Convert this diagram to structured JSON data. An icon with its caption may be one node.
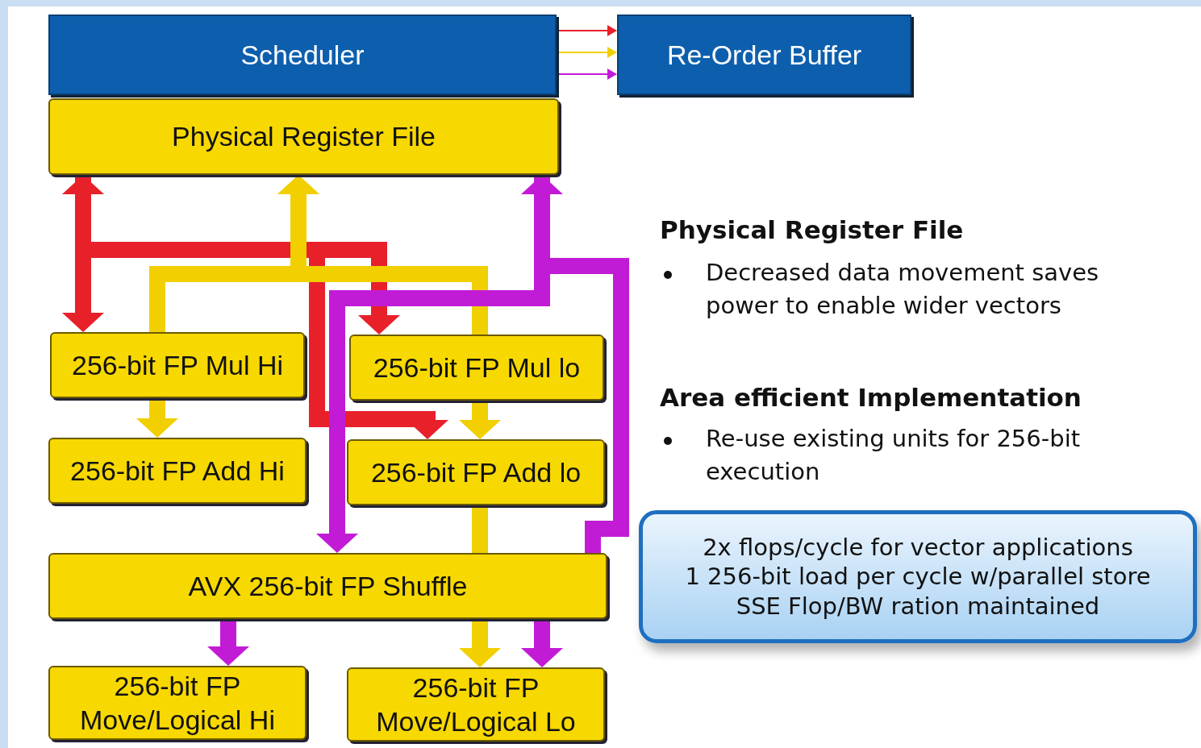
{
  "diagram": {
    "nodes": [
      {
        "text": [
          "Scheduler"
        ]
      },
      {
        "text": [
          "Re-Order Buffer"
        ]
      },
      {
        "text": [
          "Physical Register File"
        ]
      },
      {
        "text": [
          "256-bit FP Mul Hi"
        ]
      },
      {
        "text": [
          "256-bit FP Mul lo"
        ]
      },
      {
        "text": [
          "256-bit FP Add Hi"
        ]
      },
      {
        "text": [
          "256-bit FP Add lo"
        ]
      },
      {
        "text": [
          "AVX 256-bit FP Shuffle"
        ]
      },
      {
        "text": [
          "256-bit FP Move/Logical Hi"
        ]
      },
      {
        "text": [
          "256-bit FP Move/Logical Lo"
        ]
      },
      {
        "text": [
          "2x flops/cycle for vector applications",
          "1 256-bit load per cycle w/parallel store",
          "SSE Flop/BW ration maintained"
        ]
      }
    ],
    "edges": [
      {
        "from": 0,
        "to": 1,
        "arrow": "to",
        "color": "#e8202a"
      },
      {
        "from": 0,
        "to": 1,
        "arrow": "to",
        "color": "#f2cf00"
      },
      {
        "from": 0,
        "to": 1,
        "arrow": "to",
        "color": "#c21bd6"
      },
      {
        "from": 3,
        "to": 2,
        "arrow": "both",
        "color": "#e8202a"
      },
      {
        "from": 2,
        "to": 4,
        "arrow": "to",
        "color": "#e8202a"
      },
      {
        "from": 2,
        "to": 6,
        "arrow": "to",
        "color": "#e8202a"
      },
      {
        "from": 3,
        "to": 2,
        "arrow": "to",
        "color": "#f2cf00"
      },
      {
        "from": 4,
        "to": 2,
        "arrow": "to",
        "color": "#f2cf00"
      },
      {
        "from": 3,
        "to": 5,
        "arrow": "to",
        "color": "#f2cf00"
      },
      {
        "from": 4,
        "to": 6,
        "arrow": "to",
        "color": "#f2cf00"
      },
      {
        "from": 6,
        "to": 7,
        "arrow": "none",
        "color": "#f2cf00"
      },
      {
        "from": 7,
        "to": 9,
        "arrow": "to",
        "color": "#f2cf00"
      },
      {
        "from": 7,
        "to": 2,
        "arrow": "to",
        "color": "#c21bd6"
      },
      {
        "from": 2,
        "to": 7,
        "arrow": "to",
        "color": "#c21bd6"
      },
      {
        "from": 7,
        "to": 8,
        "arrow": "to",
        "color": "#c21bd6"
      },
      {
        "from": 7,
        "to": 9,
        "arrow": "to",
        "color": "#c21bd6"
      }
    ],
    "labels": [
      "Physical Register File",
      "Decreased data movement saves power to enable wider vectors",
      "Area efficient Implementation",
      "Re-use existing units for 256-bit execution"
    ]
  }
}
